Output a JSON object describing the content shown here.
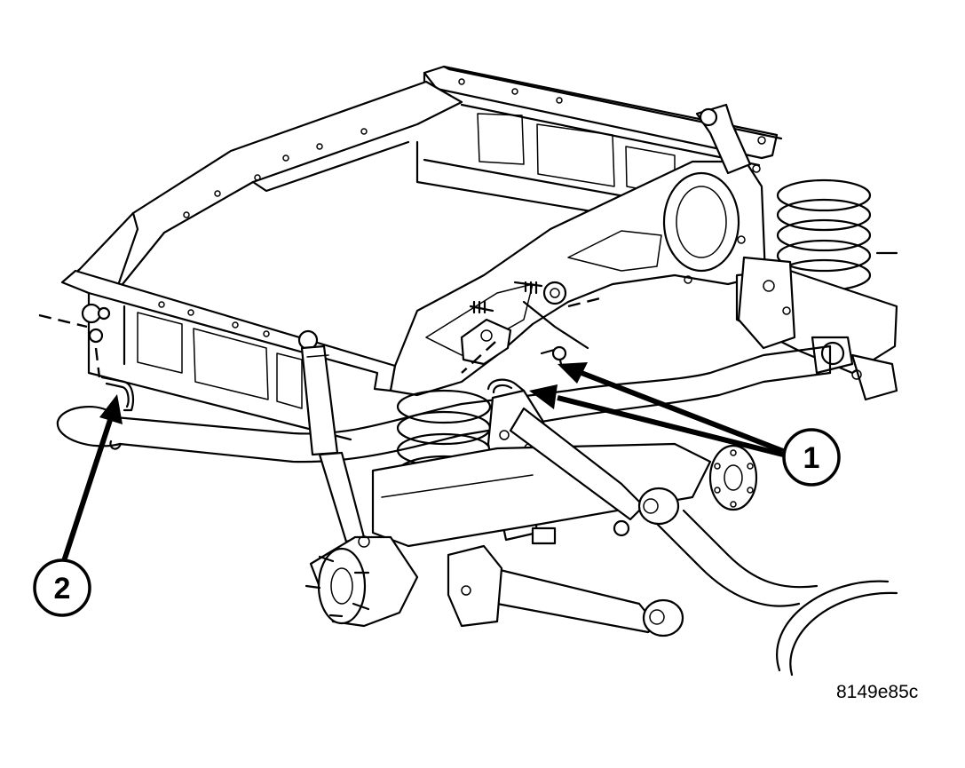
{
  "figure": {
    "id_label": "8149e85c"
  },
  "callouts": [
    {
      "number": "1"
    },
    {
      "number": "2"
    }
  ],
  "colors": {
    "line": "#000000",
    "background": "#ffffff"
  }
}
